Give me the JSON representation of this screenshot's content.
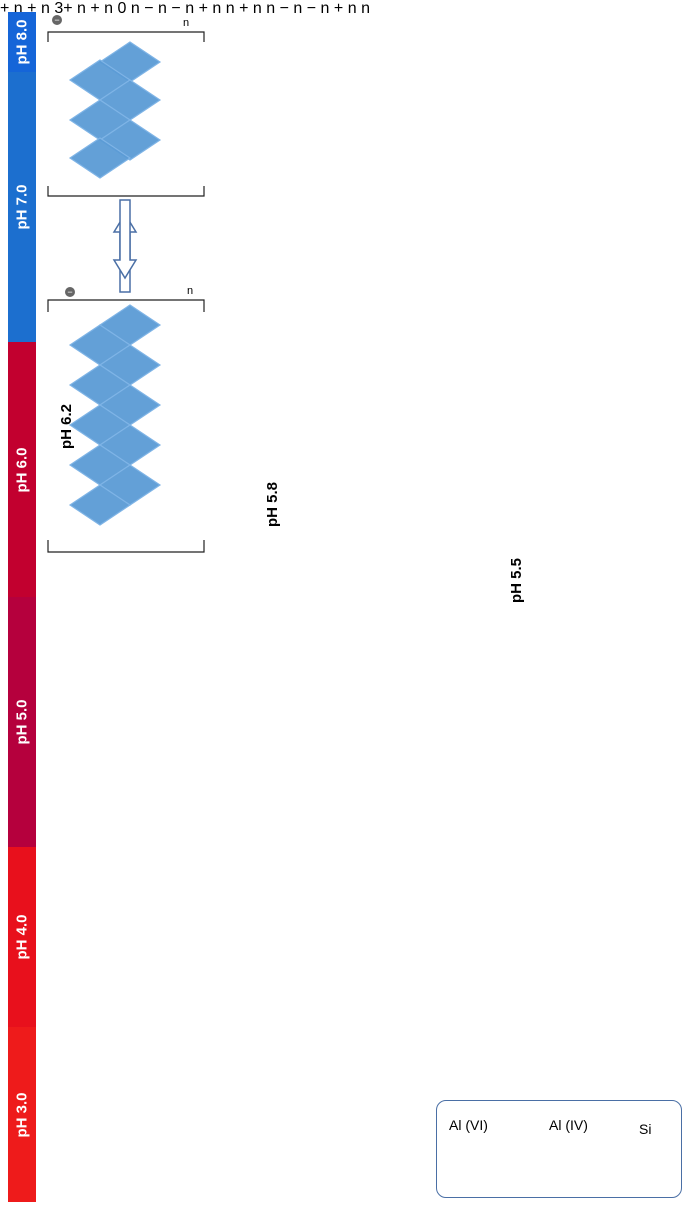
{
  "ph_scale": [
    {
      "label": "pH 8.0",
      "color": "#1565d8"
    },
    {
      "label": "pH 7.0",
      "color": "#1c6fcf"
    },
    {
      "label": "pH 6.0",
      "color": "#c2002f"
    },
    {
      "label": "pH 5.0",
      "color": "#b5003d"
    },
    {
      "label": "pH 4.0",
      "color": "#e8101c"
    },
    {
      "label": "pH 3.0",
      "color": "#ee1b1b"
    }
  ],
  "ph_labels": {
    "col1": "pH 6.2",
    "col2": "pH 5.8",
    "col3": "pH 5.5"
  },
  "charges": {
    "plus": "+",
    "minus": "−",
    "zero": "0",
    "three_plus": "3+",
    "n": "n"
  },
  "legend": {
    "al6": "Al (VI)",
    "al4": "Al (IV)",
    "si": "Si"
  },
  "colors": {
    "al6": "#5b9bd5",
    "al4": "#ffffff",
    "si": "#f5c242",
    "arrow": "#5b7fbf",
    "bracket": "#222222"
  }
}
